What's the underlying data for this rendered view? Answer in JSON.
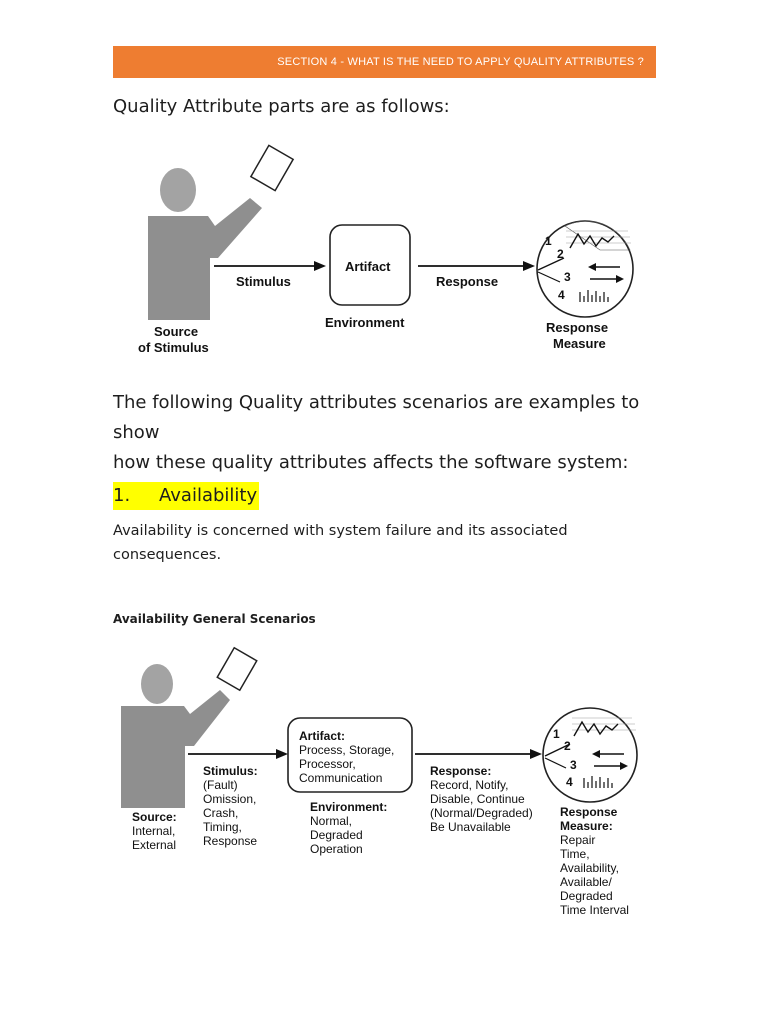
{
  "header": {
    "section_title": "SECTION 4 - WHAT IS THE NEED TO APPLY QUALITY ATTRIBUTES ?"
  },
  "intro": "Quality Attribute parts are as follows:",
  "diagram1": {
    "source": [
      "Source",
      "of Stimulus"
    ],
    "stimulus": "Stimulus",
    "artifact": "Artifact",
    "environment": "Environment",
    "response": "Response",
    "response_measure": [
      "Response",
      "Measure"
    ],
    "dial_numbers": [
      "1",
      "2",
      "3",
      "4"
    ]
  },
  "paragraph": [
    "The following Quality attributes scenarios are examples to show",
    "how these quality attributes affects the software system:"
  ],
  "section": {
    "number": "1.",
    "title": "Availability"
  },
  "availability_desc": [
    "Availability is concerned with system failure and its associated",
    "consequences."
  ],
  "subheading": "Availability General Scenarios",
  "diagram2": {
    "source_title": "Source:",
    "source_lines": [
      "Internal,",
      "External"
    ],
    "stimulus_title": "Stimulus:",
    "stimulus_lines": [
      "(Fault)",
      "Omission,",
      "Crash,",
      "Timing,",
      "Response"
    ],
    "artifact_title": "Artifact:",
    "artifact_lines": [
      "Process, Storage,",
      "Processor,",
      "Communication"
    ],
    "environment_title": "Environment:",
    "environment_lines": [
      "Normal,",
      "Degraded",
      "Operation"
    ],
    "response_title": "Response:",
    "response_lines": [
      "Record, Notify,",
      "Disable, Continue",
      "(Normal/Degraded)",
      "Be Unavailable"
    ],
    "measure_title": [
      "Response",
      "Measure:"
    ],
    "measure_lines": [
      "Repair",
      "Time,",
      "Availability,",
      "Available/",
      "Degraded",
      "Time Interval"
    ],
    "dial_numbers": [
      "1",
      "2",
      "3",
      "4"
    ]
  }
}
